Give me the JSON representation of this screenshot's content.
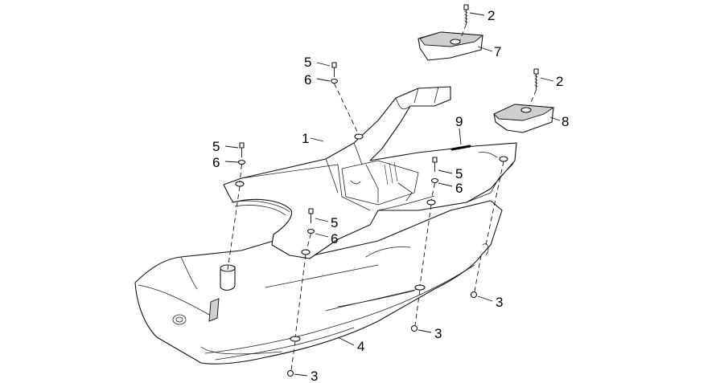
{
  "callouts": [
    {
      "id": "c2a",
      "label": "2"
    },
    {
      "id": "c7",
      "label": "7"
    },
    {
      "id": "c5a",
      "label": "5"
    },
    {
      "id": "c6a",
      "label": "6"
    },
    {
      "id": "c2b",
      "label": "2"
    },
    {
      "id": "c8",
      "label": "8"
    },
    {
      "id": "c9",
      "label": "9"
    },
    {
      "id": "c1",
      "label": "1"
    },
    {
      "id": "c5b",
      "label": "5"
    },
    {
      "id": "c6b",
      "label": "6"
    },
    {
      "id": "c5c",
      "label": "5"
    },
    {
      "id": "c6c",
      "label": "6"
    },
    {
      "id": "c5d",
      "label": "5"
    },
    {
      "id": "c6d",
      "label": "6"
    },
    {
      "id": "c3a",
      "label": "3"
    },
    {
      "id": "c3b",
      "label": "3"
    },
    {
      "id": "c4",
      "label": "4"
    },
    {
      "id": "c3c",
      "label": "3"
    }
  ],
  "colors": {
    "line": "#111111",
    "background": "#ffffff"
  }
}
